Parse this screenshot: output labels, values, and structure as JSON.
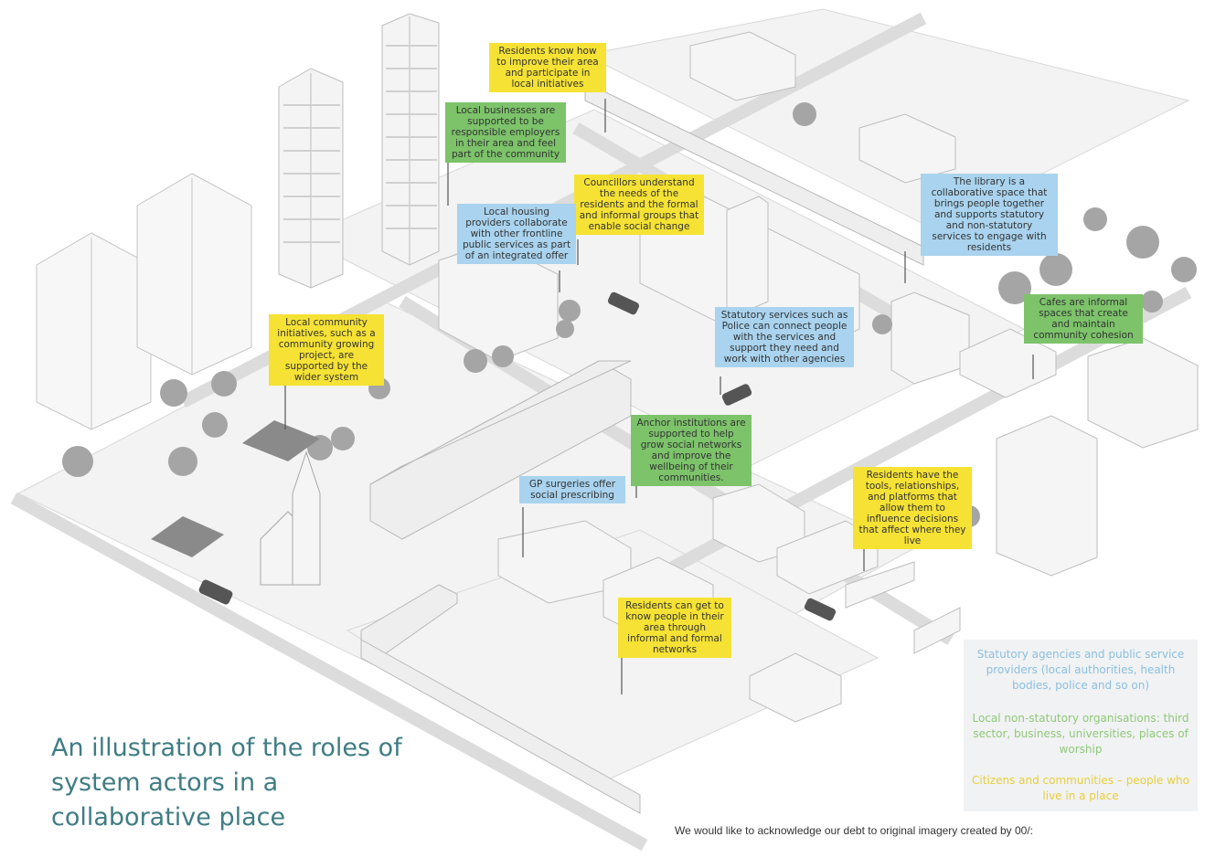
{
  "title": "An illustration of the roles of system actors in a collaborative place",
  "acknowledgement": "We would like to acknowledge our debt to original imagery created by 00/:",
  "colors": {
    "yellow": "#f5e234",
    "green": "#7cc36a",
    "blue": "#a9d3ee",
    "title": "#3f7c83"
  },
  "callouts": {
    "residents_know": "Residents know how to improve their area and participate in local initiatives",
    "local_businesses": "Local businesses are supported to be responsible employers in their area and feel part of the community",
    "councillors": "Councillors understand the needs of the residents and the formal and informal groups that enable social change",
    "housing": "Local housing providers collaborate with other frontline public services as part of an integrated offer",
    "library": "The library is a collaborative space that brings people together and supports statutory and non-statutory services to engage with residents",
    "cafes": "Cafes are informal spaces that create and maintain community cohesion",
    "community_initiatives": "Local community initiatives, such as a community growing project, are supported by the wider system",
    "statutory_services": "Statutory services such as Police can connect people with the services and support they need and work with other agencies",
    "anchor": "Anchor institutions are supported to help grow social networks and improve the wellbeing of their communities.",
    "gp": "GP surgeries offer social prescribing",
    "residents_tools": "Residents have the tools, relationships, and platforms that allow them to influence decisions that affect where they live",
    "residents_networks": "Residents can get to know people in their area through informal and formal networks"
  },
  "legend": {
    "blue": "Statutory agencies and public service providers (local authorities, health bodies, police and so on)",
    "green": "Local non-statutory organisations: third sector, business, universities, places of worship",
    "yellow": "Citizens and communities – people who live in a place"
  }
}
